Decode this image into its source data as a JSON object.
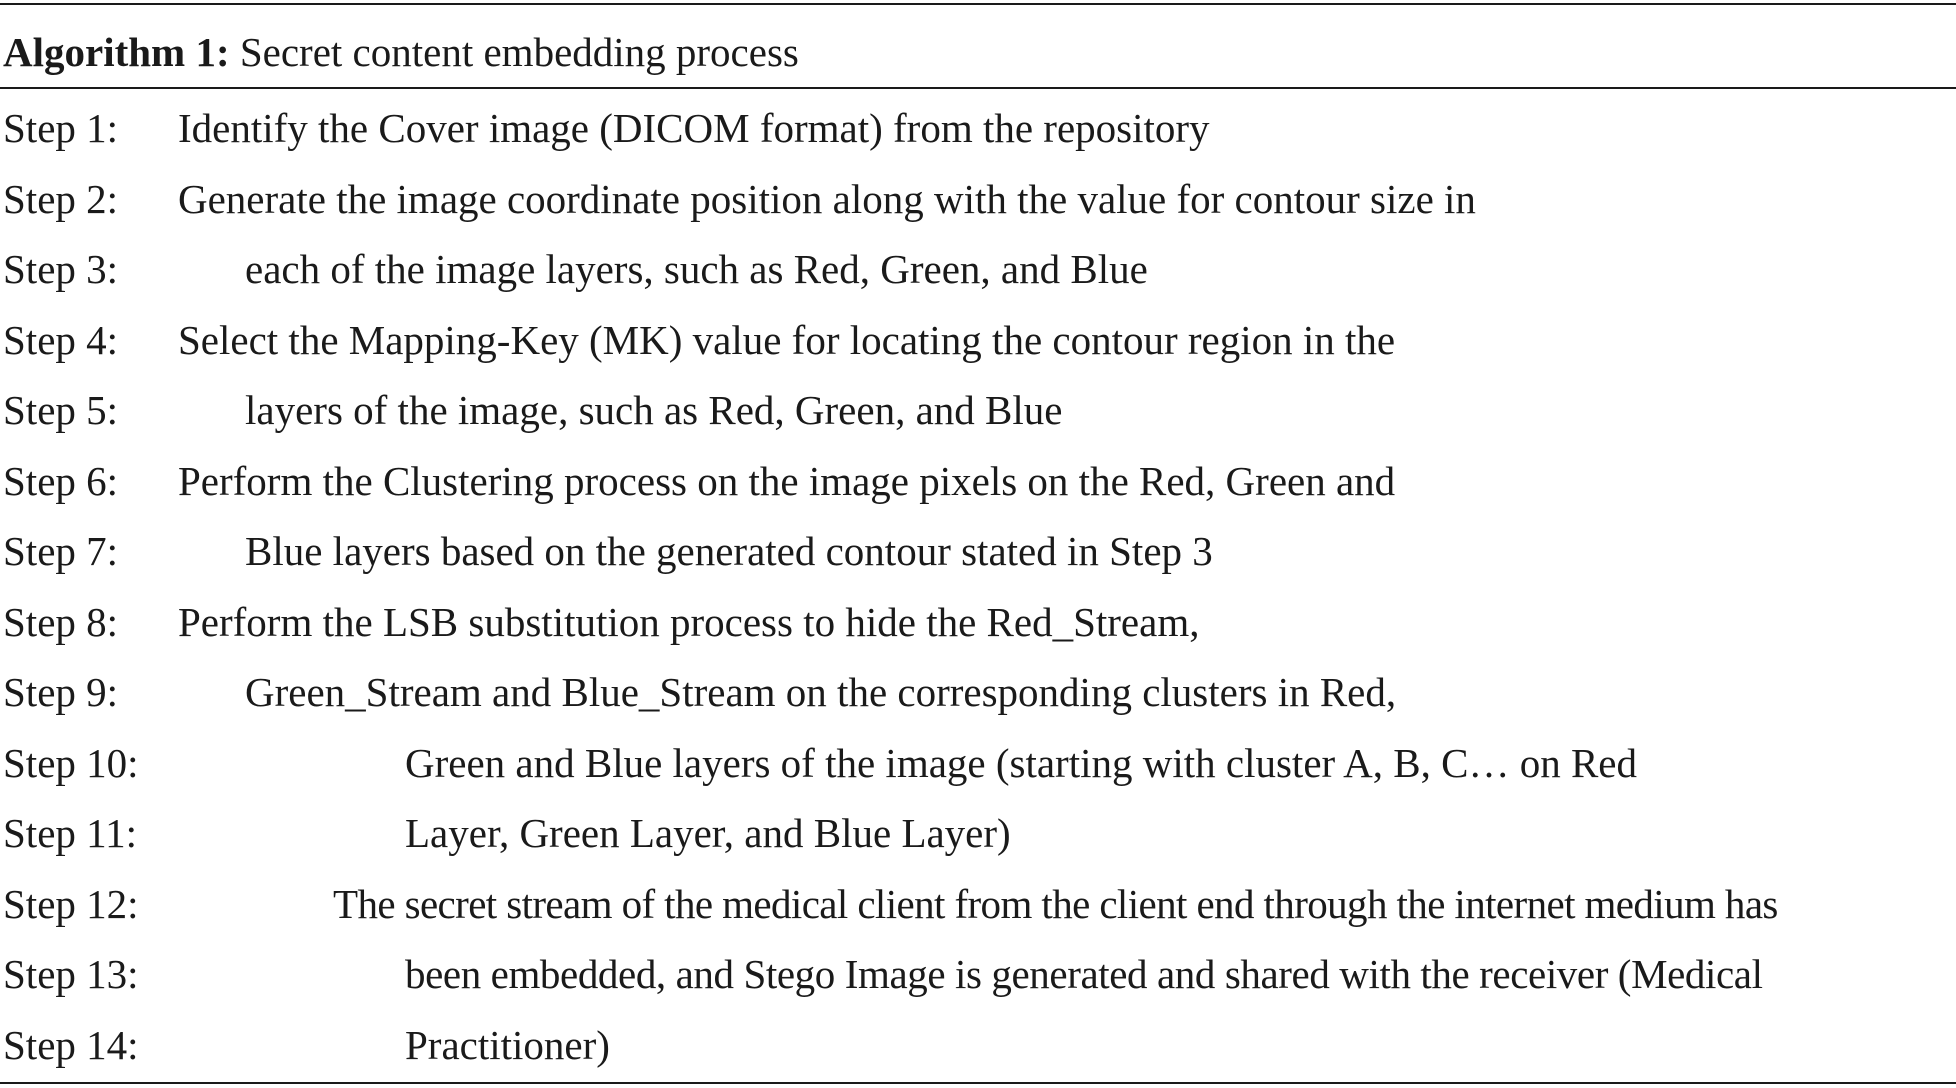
{
  "algorithm": {
    "label": "Algorithm 1:",
    "title": "Secret content embedding process"
  },
  "steps": [
    {
      "label": "Step 1:",
      "text": "Identify the Cover image (DICOM format) from the repository"
    },
    {
      "label": "Step 2:",
      "text": "Generate the image coordinate position along with the value for contour size in"
    },
    {
      "label": "Step 3:",
      "text": "each of the image layers, such as Red, Green, and Blue"
    },
    {
      "label": "Step 4:",
      "text": "Select the Mapping-Key (MK) value for locating the contour region in the"
    },
    {
      "label": "Step 5:",
      "text": "layers of the image, such as Red, Green, and Blue"
    },
    {
      "label": "Step 6:",
      "text": "Perform the Clustering process on the image pixels on the Red, Green and"
    },
    {
      "label": "Step 7:",
      "text": "Blue layers based on the generated contour stated in Step 3"
    },
    {
      "label": "Step 8:",
      "text": "Perform the LSB substitution process to hide the Red_Stream,"
    },
    {
      "label": "Step 9:",
      "text": "Green_Stream and Blue_Stream on the corresponding clusters in Red,"
    },
    {
      "label": "Step 10:",
      "text": "Green and Blue layers of the image (starting with cluster A, B, C… on Red"
    },
    {
      "label": "Step 11:",
      "text": "Layer, Green Layer, and Blue Layer)"
    },
    {
      "label": "Step 12:",
      "text": "The secret stream of the medical client from the client end through the internet medium has"
    },
    {
      "label": "Step 13:",
      "text": "been embedded, and Stego Image is generated and shared with the receiver (Medical"
    },
    {
      "label": "Step 14:",
      "text": "Practitioner)"
    }
  ]
}
